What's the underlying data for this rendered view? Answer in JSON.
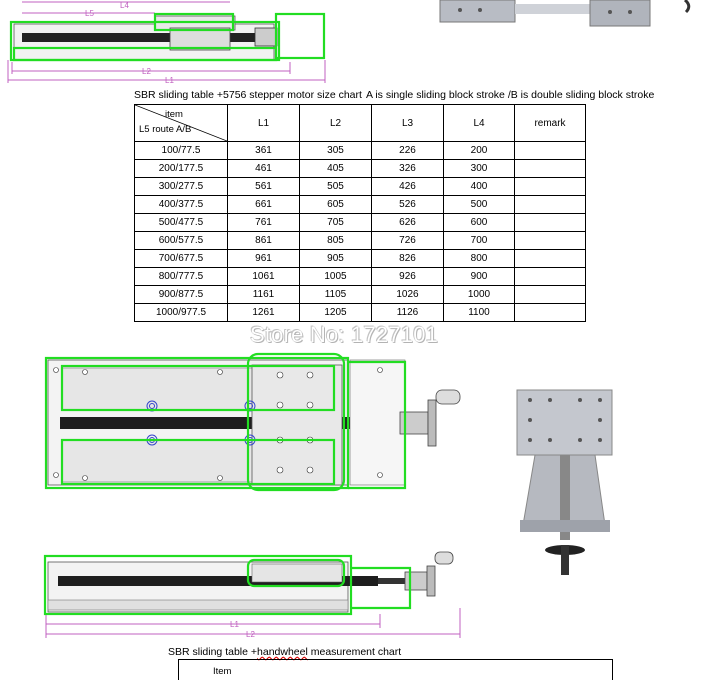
{
  "top_drawing": {
    "dim_labels": [
      "L4",
      "L5",
      "L2",
      "L1"
    ]
  },
  "size_chart": {
    "title": "SBR sliding table +5756 stepper motor size chart",
    "note": "A is single sliding block stroke /B is double sliding block stroke",
    "header_item": "item",
    "header_route": "L5 route A/B",
    "columns": [
      "L1",
      "L2",
      "L3",
      "L4",
      "remark"
    ],
    "rows": [
      {
        "route": "100/77.5",
        "l1": "361",
        "l2": "305",
        "l3": "226",
        "l4": "200",
        "remark": ""
      },
      {
        "route": "200/177.5",
        "l1": "461",
        "l2": "405",
        "l3": "326",
        "l4": "300",
        "remark": ""
      },
      {
        "route": "300/277.5",
        "l1": "561",
        "l2": "505",
        "l3": "426",
        "l4": "400",
        "remark": ""
      },
      {
        "route": "400/377.5",
        "l1": "661",
        "l2": "605",
        "l3": "526",
        "l4": "500",
        "remark": ""
      },
      {
        "route": "500/477.5",
        "l1": "761",
        "l2": "705",
        "l3": "626",
        "l4": "600",
        "remark": ""
      },
      {
        "route": "600/577.5",
        "l1": "861",
        "l2": "805",
        "l3": "726",
        "l4": "700",
        "remark": ""
      },
      {
        "route": "700/677.5",
        "l1": "961",
        "l2": "905",
        "l3": "826",
        "l4": "800",
        "remark": ""
      },
      {
        "route": "800/777.5",
        "l1": "1061",
        "l2": "1005",
        "l3": "926",
        "l4": "900",
        "remark": ""
      },
      {
        "route": "900/877.5",
        "l1": "1161",
        "l2": "1105",
        "l3": "1026",
        "l4": "1000",
        "remark": ""
      },
      {
        "route": "1000/977.5",
        "l1": "1261",
        "l2": "1205",
        "l3": "1126",
        "l4": "1100",
        "remark": ""
      }
    ]
  },
  "watermark": "Store No: 1727101",
  "bottom_drawing": {
    "dim_labels": [
      "L1",
      "L2"
    ]
  },
  "handwheel_chart": {
    "title_a": "SBR sliding table +",
    "title_b": "handwheel",
    "title_c": " measurement chart",
    "header_item": "Item"
  },
  "colors": {
    "outline_green": "#22dd22",
    "dim_magenta": "#c060c0",
    "hole_blue": "#3344cc"
  }
}
